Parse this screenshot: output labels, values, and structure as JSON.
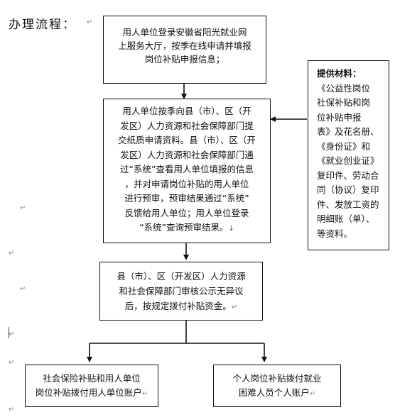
{
  "title": "办理流程：",
  "boxes": {
    "step1": [
      "用人单位登录安徽省阳光就业网",
      "上服务大厅，按季在线申请并填报",
      "岗位补贴申报信息；"
    ],
    "step2": [
      "用人单位按季向县（市）、区（开",
      "发区）人力资源和社会保障部门提",
      "交纸质申请资料。县（市）、区（开",
      "发区）人力资源和社会保障部门通",
      "过“系统”查看用人单位填报的信息",
      "，并对申请岗位补贴的用人单位",
      "进行预审，预审结果通过“系统”",
      "反馈给用人单位；用人单位登录",
      "“系统”查询预审结果。"
    ],
    "step3": [
      "县（市）、区（开发区）人力资源",
      "和社会保障部门审核公示无异议",
      "后，按规定拨付补贴资金。"
    ],
    "left_result": [
      "社会保险补贴和用人单位",
      "岗位补贴拨付用人单位账户"
    ],
    "right_result": [
      "个人岗位补贴拨付就业",
      "困难人员个人账户"
    ],
    "materials_heading": "提供材料：",
    "materials": [
      "《公益性岗位",
      "社保补贴和岗",
      "位补贴申报",
      "表》及花名册、",
      "《身份证》和",
      "《就业创业证》",
      "复印件、劳动合",
      "同（协议）复印",
      "件、发放工资的",
      "明细账（单）、",
      "等资料。"
    ]
  },
  "marks": {
    "para": "↵",
    "step2_end": "↓"
  }
}
